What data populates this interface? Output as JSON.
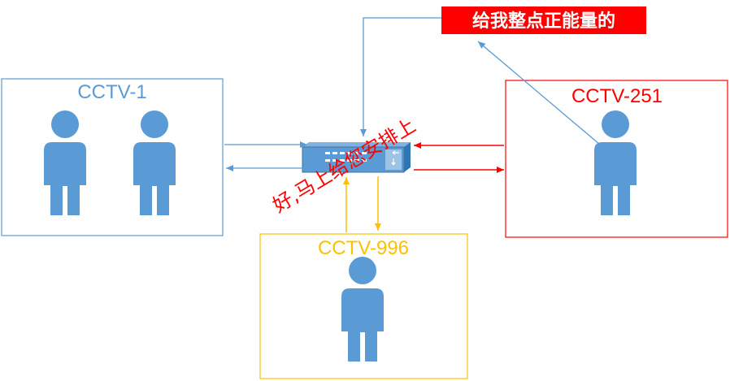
{
  "groups": {
    "cctv1": {
      "label": "CCTV-1",
      "color": "#5b9bd5"
    },
    "cctv251": {
      "label": "CCTV-251",
      "color": "#ff0000"
    },
    "cctv996": {
      "label": "CCTV-996",
      "color": "#ffc000"
    }
  },
  "callout": {
    "text": "给我整点正能量的",
    "bg_color": "#ff0000"
  },
  "reply": {
    "text": "好,马上给您安排上",
    "color": "#ff0000"
  },
  "switch_icon": "network-switch-icon",
  "person_icon": "person-icon",
  "person_color": "#5b9bd5"
}
